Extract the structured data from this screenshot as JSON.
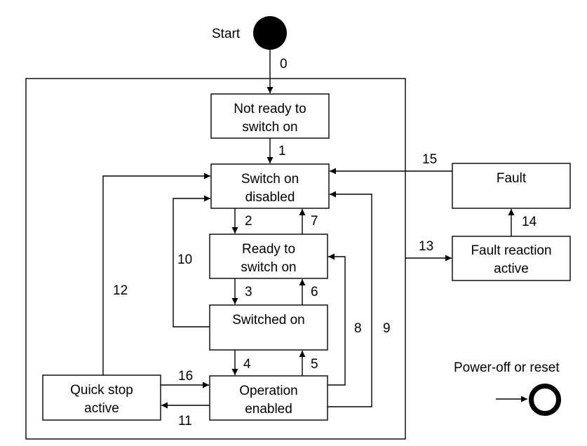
{
  "start_label": "Start",
  "power_label": "Power-off or reset",
  "states": {
    "not_ready": [
      "Not ready to",
      "switch on"
    ],
    "switch_on_disabled": [
      "Switch on",
      "disabled"
    ],
    "ready": [
      "Ready to",
      "switch on"
    ],
    "switched_on": [
      "Switched on"
    ],
    "operation_enabled": [
      "Operation",
      "enabled"
    ],
    "quick_stop": [
      "Quick stop",
      "active"
    ],
    "fault_reaction": [
      "Fault reaction",
      "active"
    ],
    "fault": [
      "Fault"
    ]
  },
  "transitions": {
    "t0": "0",
    "t1": "1",
    "t2": "2",
    "t3": "3",
    "t4": "4",
    "t5": "5",
    "t6": "6",
    "t7": "7",
    "t8": "8",
    "t9": "9",
    "t10": "10",
    "t11": "11",
    "t12": "12",
    "t13": "13",
    "t14": "14",
    "t15": "15",
    "t16": "16"
  }
}
